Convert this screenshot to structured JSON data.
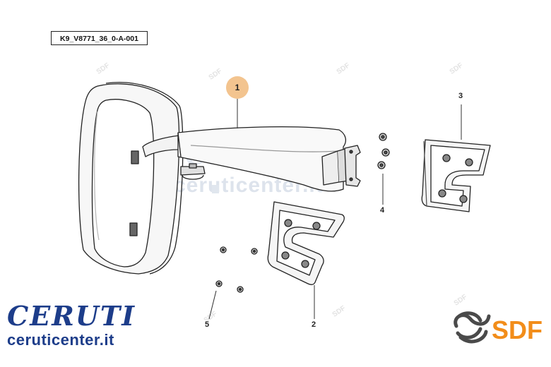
{
  "diagram": {
    "drawing_code": "K9_V8771_36_0-A-001",
    "callouts": [
      {
        "label": "1"
      },
      {
        "label": "2"
      },
      {
        "label": "3"
      },
      {
        "label": "4"
      },
      {
        "label": "5"
      }
    ]
  },
  "branding": {
    "ceruti_logo_text": "CERUTI",
    "ceruti_url": "ceruticenter.it",
    "sdf_logo_text": "SDF",
    "watermark_small": "SDF",
    "colors": {
      "ceruti_blue": "#1d3d8a",
      "sdf_orange": "#f28d1a",
      "callout_highlight": "#f3c48f"
    }
  }
}
